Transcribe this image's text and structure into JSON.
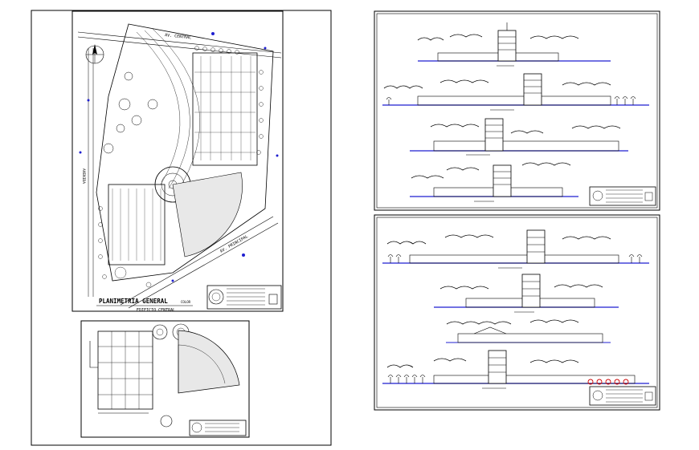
{
  "drawing_sheet": {
    "plan_title": "PLANIMETRIA GENERAL",
    "plan_title_small": "COLOR",
    "plan_subtitle": "EDIFICIO CENTRAL",
    "street_top": "AV. CENTRAL",
    "street_right": "AV. PRINCIPAL",
    "street_left": "AVENIDA"
  },
  "colors": {
    "line": "#000000",
    "ground_line": "#1f1fd0",
    "accent_red": "#cc0000",
    "paper": "#ffffff"
  },
  "icons": [
    "north-arrow-icon",
    "title-block-logo-icon",
    "tree-icon",
    "cloud-icon"
  ]
}
